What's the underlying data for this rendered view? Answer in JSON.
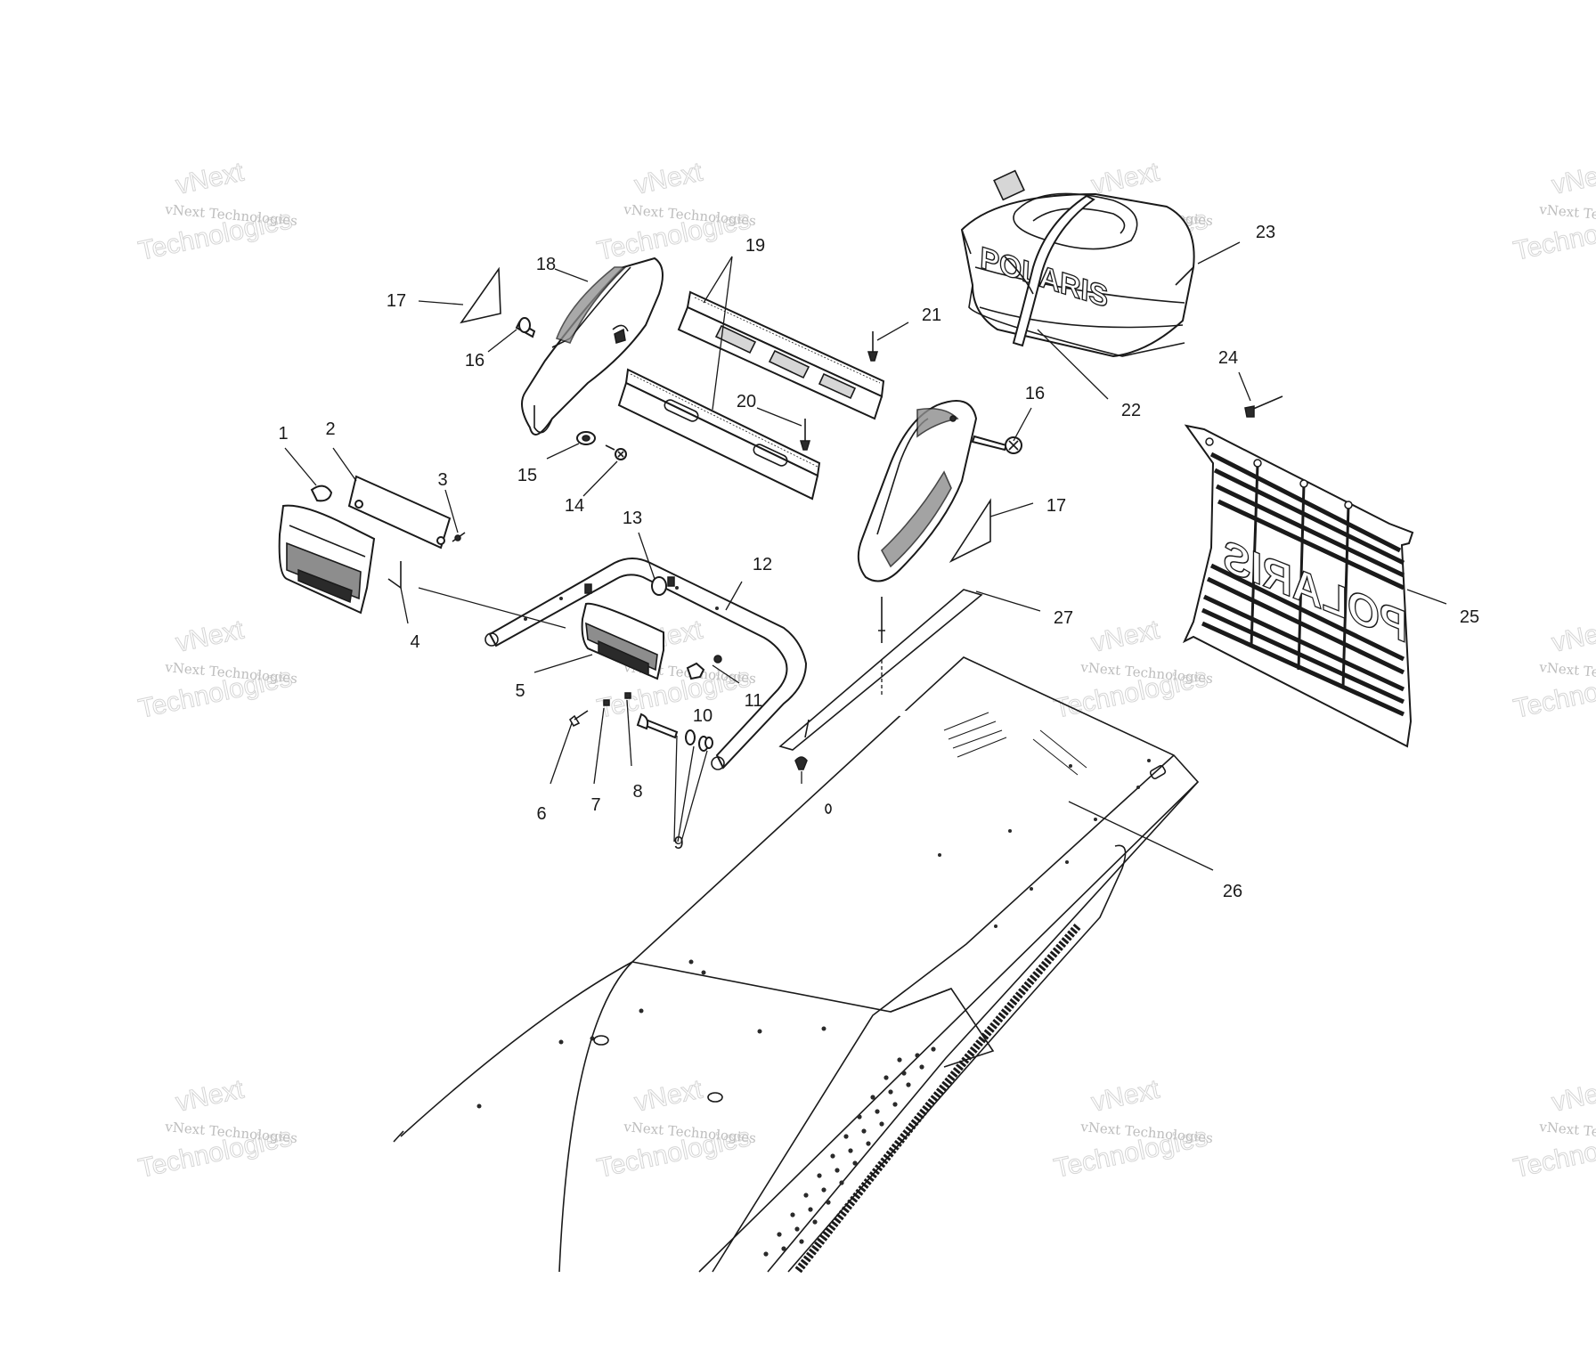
{
  "watermark": {
    "line1": "vNext",
    "line2": "vNext Technologies",
    "line3": "Technologies"
  },
  "brand_text": {
    "storage_box": "POLARIS",
    "snowflap": "POLARIS"
  },
  "callouts": {
    "c1": "1",
    "c2": "2",
    "c3": "3",
    "c4": "4",
    "c5": "5",
    "c6": "6",
    "c7": "7",
    "c8": "8",
    "c9": "9",
    "c10": "10",
    "c11": "11",
    "c12": "12",
    "c13": "13",
    "c14": "14",
    "c15": "15",
    "c16a": "16",
    "c16b": "16",
    "c17a": "17",
    "c17b": "17",
    "c18": "18",
    "c19": "19",
    "c20": "20",
    "c21": "21",
    "c22": "22",
    "c23": "23",
    "c24": "24",
    "c25": "25",
    "c26": "26",
    "c27": "27"
  },
  "colors": {
    "line": "#1a1a1a",
    "shade_dark": "#2a2a2a",
    "shade_mid": "#8d8d8d",
    "shade_light": "#d6d6d6",
    "watermark": "#9a9a9a"
  }
}
